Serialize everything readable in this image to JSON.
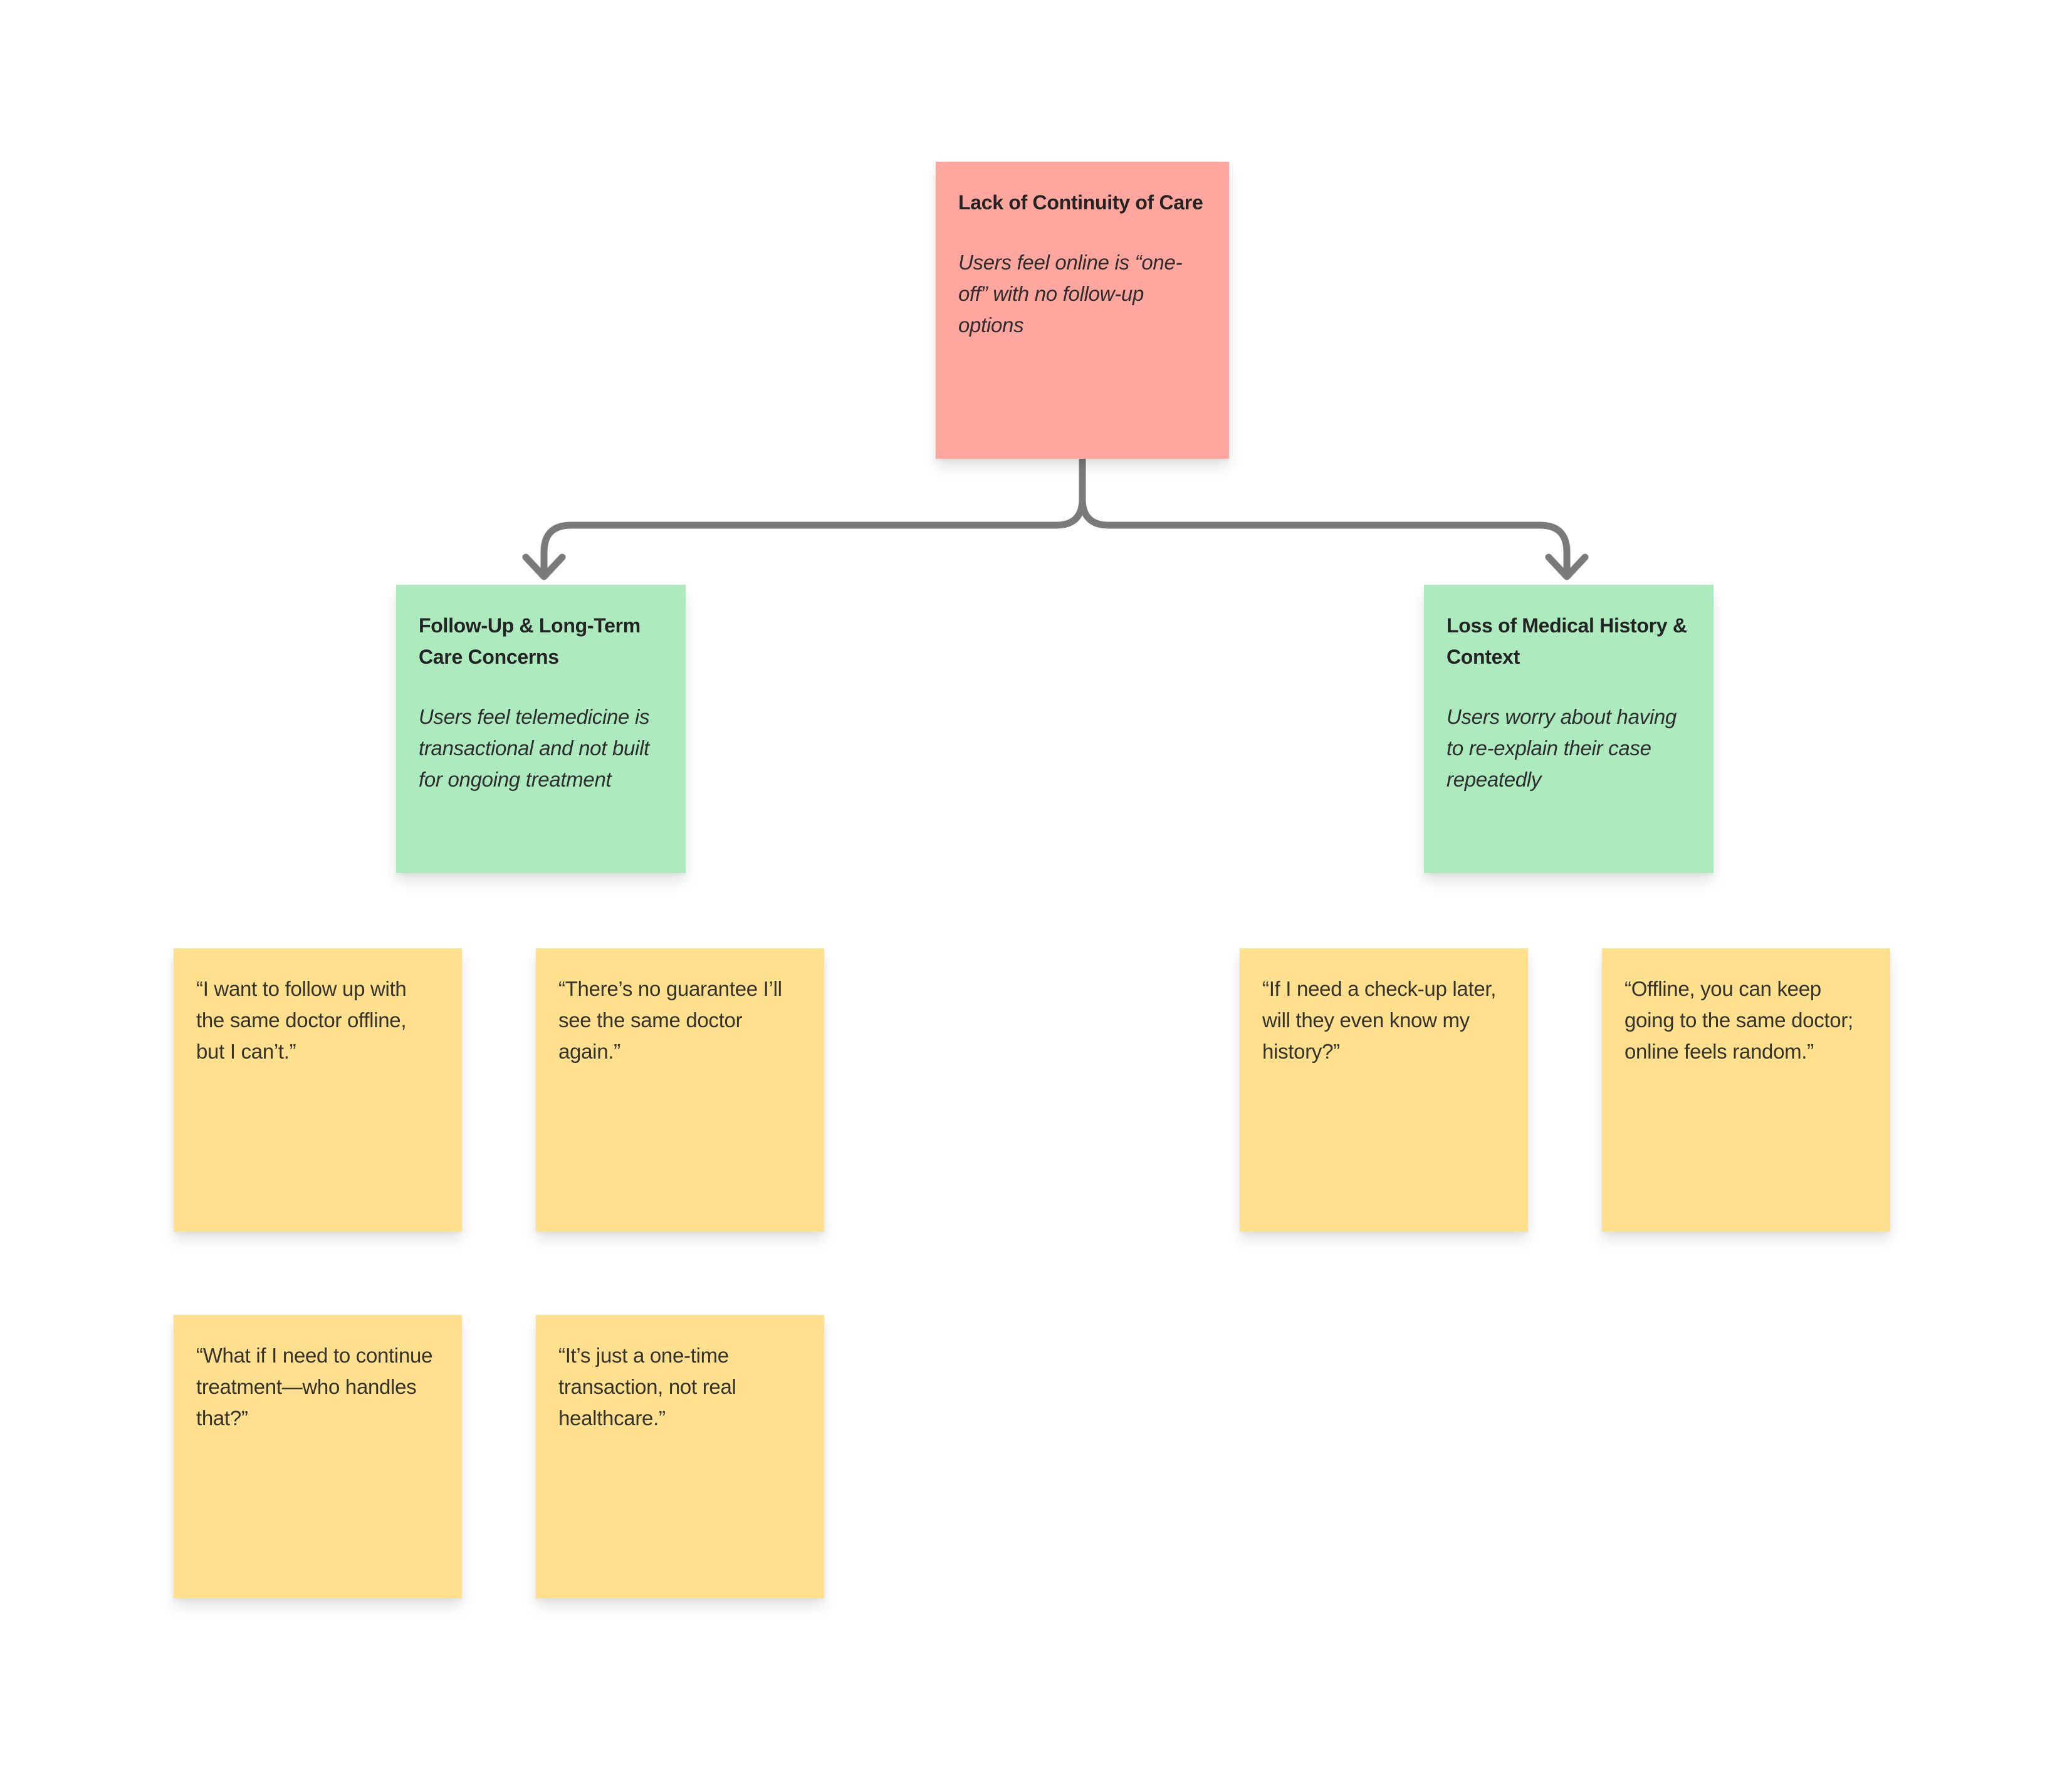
{
  "board": {
    "background_color": "#FFFFFF",
    "connector_color": "#7A7A7A",
    "note_text_color": "#2D2D2D",
    "note_title_color": "#232323"
  },
  "notes": {
    "root": {
      "color": "#FFA79E",
      "title_lines": [
        "Lack of Continuity of Care"
      ],
      "body_lines": [
        "Users feel online is “one-",
        "off” with no follow-up",
        "options"
      ]
    },
    "theme_followup": {
      "color": "#ADEBBE",
      "title_lines": [
        "Follow-Up & Long-Term",
        "Care Concerns"
      ],
      "body_lines": [
        "Users feel telemedicine is",
        "transactional and not built",
        "for ongoing treatment"
      ]
    },
    "theme_history": {
      "color": "#ADEBBE",
      "title_lines": [
        "Loss of Medical History &",
        "Context"
      ],
      "body_lines": [
        "Users worry about having",
        "to re-explain their case",
        "repeatedly"
      ]
    },
    "quote_followup_1": {
      "color": "#FFE08F",
      "lines": [
        "“I want to follow up with",
        "the same doctor offline,",
        "but I can’t.”"
      ]
    },
    "quote_followup_2": {
      "color": "#FFE08F",
      "lines": [
        "“There’s no guarantee I’ll",
        "see the same doctor",
        "again.”"
      ]
    },
    "quote_followup_3": {
      "color": "#FFE08F",
      "lines": [
        "“What if I need to continue",
        "treatment—who handles",
        "that?”"
      ]
    },
    "quote_followup_4": {
      "color": "#FFE08F",
      "lines": [
        "“It’s just a one-time",
        "transaction, not real",
        "healthcare.”"
      ]
    },
    "quote_history_1": {
      "color": "#FFE08F",
      "lines": [
        "“If I need a check-up later,",
        "will they even know my",
        "history?”"
      ]
    },
    "quote_history_2": {
      "color": "#FFE08F",
      "lines": [
        "“Offline, you can keep",
        "going to the same doctor;",
        "online feels random.”"
      ]
    }
  }
}
